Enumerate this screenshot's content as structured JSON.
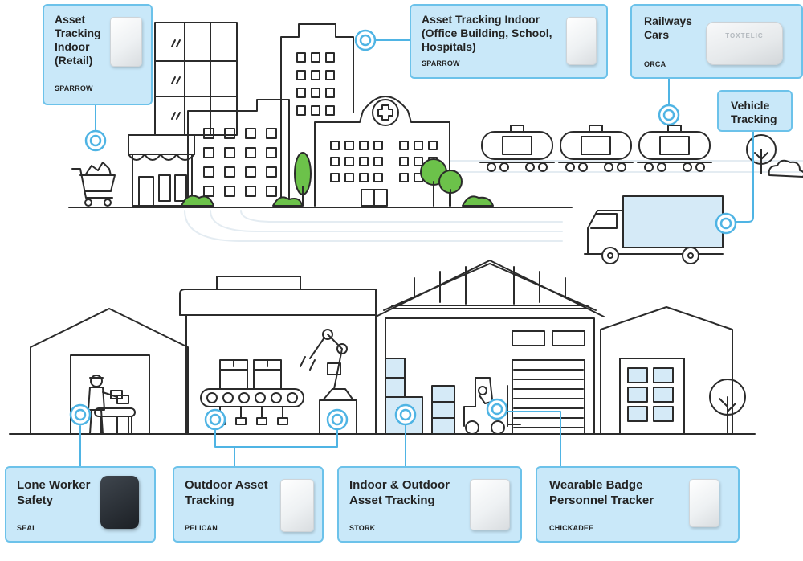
{
  "colors": {
    "line": "#2b2b2b",
    "accent": "#4fb4e4",
    "card_bg": "#c9e8f9",
    "card_border": "#6cc2ea",
    "tree": "#6cc24a",
    "truck_body": "#d5eaf7"
  },
  "cards": {
    "retail": {
      "title": "Asset\nTracking\nIndoor\n(Retail)",
      "code": "SPARROW",
      "icon": "sparrow-device-icon"
    },
    "office": {
      "title": "Asset Tracking Indoor\n(Office Building, School,\nHospitals)",
      "code": "SPARROW",
      "icon": "sparrow-device-icon"
    },
    "railway": {
      "title": "Railways\nCars",
      "code": "ORCA",
      "icon": "orca-device-icon",
      "brand": "TOXTELIC"
    },
    "vehicle": {
      "title": "Vehicle\nTracking"
    },
    "lone": {
      "title": "Lone Worker\nSafety",
      "code": "SEAL",
      "icon": "seal-device-icon"
    },
    "outdoor": {
      "title": "Outdoor Asset\nTracking",
      "code": "PELICAN",
      "icon": "pelican-device-icon"
    },
    "indoor_outdoor": {
      "title": "Indoor & Outdoor\nAsset Tracking",
      "code": "STORK",
      "icon": "stork-device-icon"
    },
    "badge": {
      "title": "Wearable Badge\nPersonnel Tracker",
      "code": "CHICKADEE",
      "icon": "chickadee-device-icon"
    }
  },
  "scene_icons": [
    "shopping-cart-icon",
    "retail-store-icon",
    "office-tower-icon",
    "hospital-icon",
    "tanker-railcar-icon",
    "delivery-truck-icon",
    "tree-icon",
    "cloud-icon",
    "garage-icon",
    "factory-icon",
    "conveyor-icon",
    "robot-arm-icon",
    "warehouse-icon",
    "forklift-icon",
    "worker-icon",
    "storage-shed-icon",
    "location-pin-icon"
  ]
}
